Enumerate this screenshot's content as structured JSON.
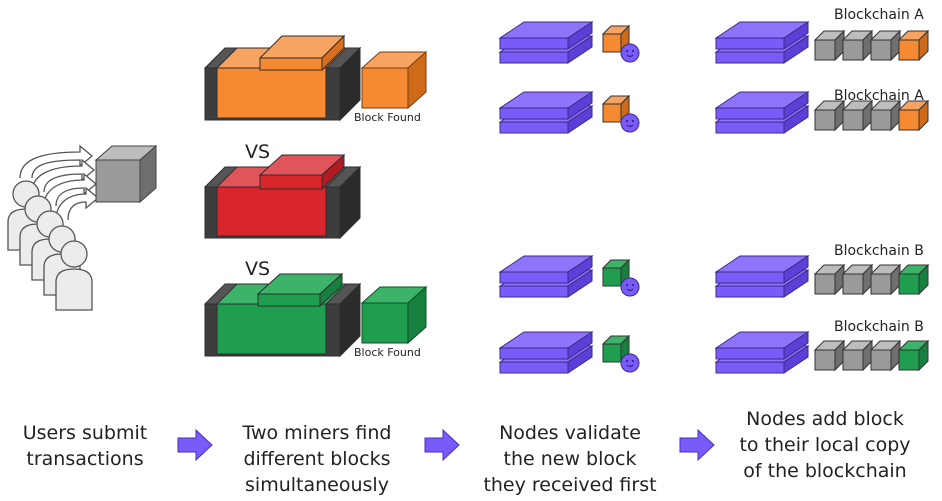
{
  "labels": {
    "vs_1": "VS",
    "vs_2": "VS",
    "block_found_1": "Block Found",
    "block_found_2": "Block Found"
  },
  "chains": [
    {
      "label": "Blockchain A",
      "new_block": "orange"
    },
    {
      "label": "Blockchain A",
      "new_block": "orange"
    },
    {
      "label": "Blockchain B",
      "new_block": "green"
    },
    {
      "label": "Blockchain B",
      "new_block": "green"
    }
  ],
  "steps": [
    {
      "lines": [
        "Users submit",
        "transactions"
      ]
    },
    {
      "lines": [
        "Two miners find",
        "different blocks",
        "simultaneously"
      ]
    },
    {
      "lines": [
        "Nodes validate",
        "the new block",
        "they received first"
      ]
    },
    {
      "lines": [
        "Nodes add block",
        "to their local copy",
        "of the blockchain"
      ]
    }
  ],
  "colors": {
    "orange": "#f58a33",
    "red": "#d8262c",
    "green": "#1e9e4e",
    "node_purple": "#7a5af8",
    "chain_gray": "#9a9a9a",
    "arrow_purple": "#7a5af8",
    "miner_dark": "#3d3d3d"
  }
}
